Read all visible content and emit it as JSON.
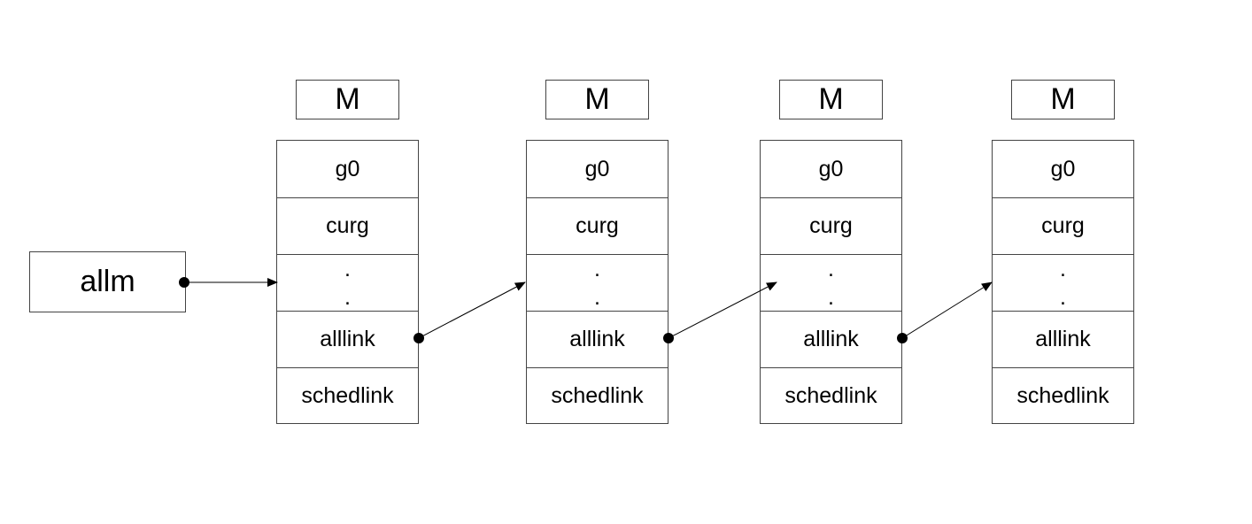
{
  "root": {
    "label": "allm"
  },
  "nodes": [
    {
      "title": "M",
      "fields": [
        "g0",
        "curg",
        ".",
        ".",
        "alllink",
        "schedlink"
      ]
    },
    {
      "title": "M",
      "fields": [
        "g0",
        "curg",
        ".",
        ".",
        "alllink",
        "schedlink"
      ]
    },
    {
      "title": "M",
      "fields": [
        "g0",
        "curg",
        ".",
        ".",
        "alllink",
        "schedlink"
      ]
    },
    {
      "title": "M",
      "fields": [
        "g0",
        "curg",
        ".",
        ".",
        "alllink",
        "schedlink"
      ]
    }
  ],
  "colors": {
    "border": "#444444",
    "line": "#000000",
    "background": "#ffffff"
  }
}
